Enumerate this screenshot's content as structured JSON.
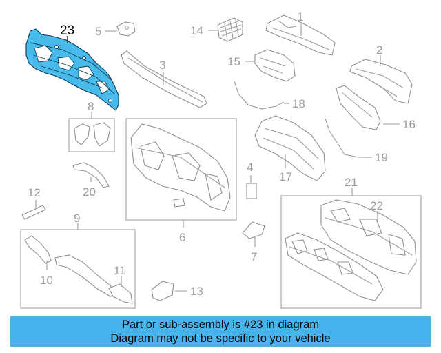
{
  "callouts": {
    "c1": "1",
    "c2": "2",
    "c3": "3",
    "c4": "4",
    "c5": "5",
    "c6": "6",
    "c7": "7",
    "c8": "8",
    "c9": "9",
    "c10": "10",
    "c11": "11",
    "c12": "12",
    "c13": "13",
    "c14": "14",
    "c15": "15",
    "c16": "16",
    "c17": "17",
    "c18": "18",
    "c19": "19",
    "c20": "20",
    "c21": "21",
    "c22": "22",
    "c23": "23"
  },
  "highlight": {
    "part_number": "23",
    "color": "#48bbea"
  },
  "banner": {
    "line1": "Part or sub-assembly is #23 in diagram",
    "line2": "Diagram may not be specific to your vehicle",
    "background": "#45b4ec"
  }
}
